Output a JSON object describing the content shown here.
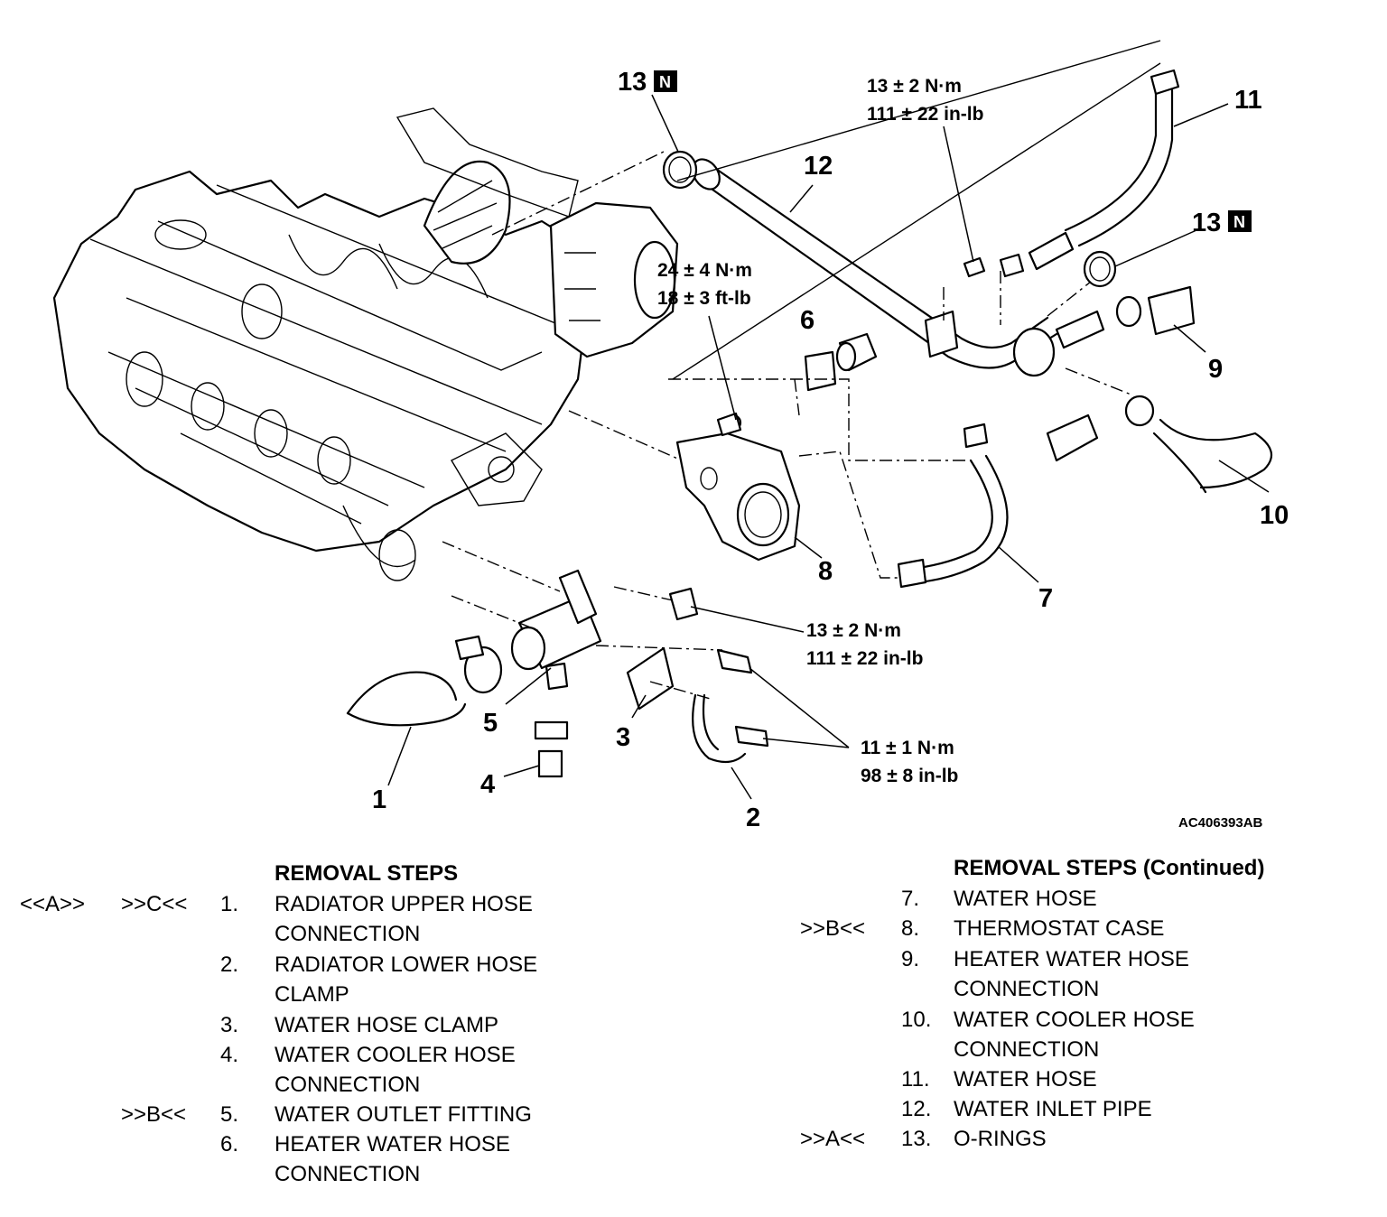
{
  "figure_id": "AC406393AB",
  "callouts": {
    "c1": "1",
    "c2": "2",
    "c3": "3",
    "c4": "4",
    "c5": "5",
    "c6": "6",
    "c7": "7",
    "c8": "8",
    "c9": "9",
    "c10": "10",
    "c11": "11",
    "c12": "12",
    "c13a": "13",
    "c13b": "13",
    "n_badge": "N"
  },
  "torques": {
    "t_top_line1": "13 ± 2 N·m",
    "t_top_line2": "111 ± 22 in-lb",
    "t_throttle_line1": "24 ± 4 N·m",
    "t_throttle_line2": "18 ± 3 ft-lb",
    "t_mid_line1": "13 ± 2 N·m",
    "t_mid_line2": "111 ± 22 in-lb",
    "t_low_line1": "11 ± 1 N·m",
    "t_low_line2": "98 ± 8 in-lb"
  },
  "removal_steps": {
    "title": "REMOVAL STEPS",
    "items": [
      {
        "mark1": "<<A>>",
        "mark2": ">>C<<",
        "num": "1.",
        "line1": "RADIATOR UPPER HOSE",
        "line2": "CONNECTION"
      },
      {
        "mark1": "",
        "mark2": "",
        "num": "2.",
        "line1": "RADIATOR LOWER HOSE",
        "line2": "CLAMP"
      },
      {
        "mark1": "",
        "mark2": "",
        "num": "3.",
        "line1": "WATER HOSE CLAMP",
        "line2": ""
      },
      {
        "mark1": "",
        "mark2": "",
        "num": "4.",
        "line1": "WATER COOLER HOSE",
        "line2": "CONNECTION"
      },
      {
        "mark1": "",
        "mark2": ">>B<<",
        "num": "5.",
        "line1": "WATER OUTLET FITTING",
        "line2": ""
      },
      {
        "mark1": "",
        "mark2": "",
        "num": "6.",
        "line1": "HEATER WATER HOSE",
        "line2": "CONNECTION"
      }
    ]
  },
  "removal_steps_continued": {
    "title": "REMOVAL STEPS (Continued)",
    "items": [
      {
        "mark": "",
        "num": "7.",
        "line1": "WATER HOSE",
        "line2": ""
      },
      {
        "mark": ">>B<<",
        "num": "8.",
        "line1": "THERMOSTAT CASE",
        "line2": ""
      },
      {
        "mark": "",
        "num": "9.",
        "line1": "HEATER WATER HOSE",
        "line2": "CONNECTION"
      },
      {
        "mark": "",
        "num": "10.",
        "line1": "WATER COOLER HOSE",
        "line2": "CONNECTION"
      },
      {
        "mark": "",
        "num": "11.",
        "line1": "WATER HOSE",
        "line2": ""
      },
      {
        "mark": "",
        "num": "12.",
        "line1": "WATER INLET PIPE",
        "line2": ""
      },
      {
        "mark": ">>A<<",
        "num": "13.",
        "line1": "O-RINGS",
        "line2": ""
      }
    ]
  }
}
